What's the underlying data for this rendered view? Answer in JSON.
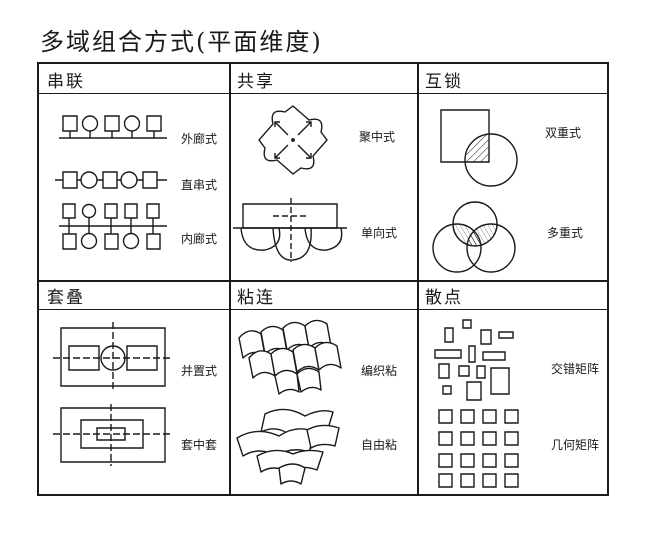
{
  "title": "多域组合方式(平面维度)",
  "sections": [
    {
      "title": "串联",
      "items": [
        {
          "label": "外廊式"
        },
        {
          "label": "直串式"
        },
        {
          "label": "内廊式"
        }
      ]
    },
    {
      "title": "共享",
      "items": [
        {
          "label": "聚中式"
        },
        {
          "label": "单向式"
        }
      ]
    },
    {
      "title": "互锁",
      "items": [
        {
          "label": "双重式"
        },
        {
          "label": "多重式"
        }
      ]
    },
    {
      "title": "套叠",
      "items": [
        {
          "label": "并置式"
        },
        {
          "label": "套中套"
        }
      ]
    },
    {
      "title": "粘连",
      "items": [
        {
          "label": "编织粘"
        },
        {
          "label": "自由粘"
        }
      ]
    },
    {
      "title": "散点",
      "items": [
        {
          "label": "交错矩阵"
        },
        {
          "label": "几何矩阵"
        }
      ]
    }
  ],
  "colors": {
    "ink": "#1a1a1a",
    "paper": "#ffffff"
  }
}
